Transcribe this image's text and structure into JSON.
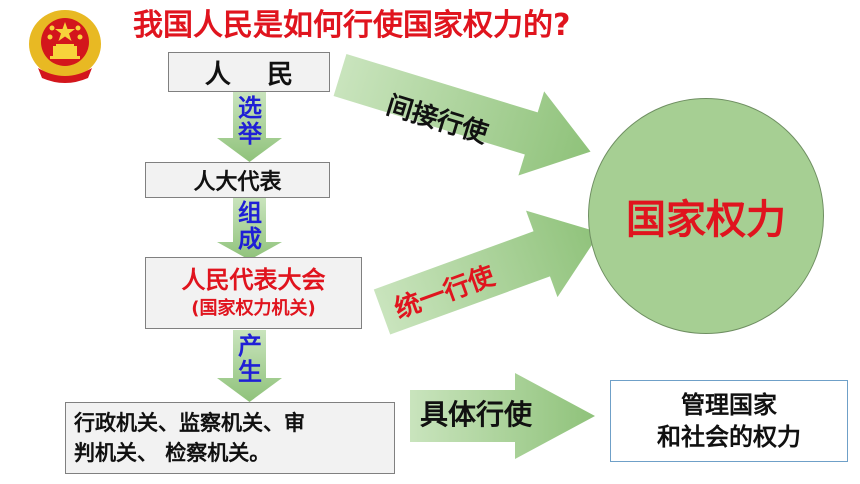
{
  "title": "我国人民是如何行使国家权力的?",
  "nodes": {
    "people": "人    民",
    "deputies": "人大代表",
    "congress_line1": "人民代表大会",
    "congress_line2": "(国家权力机关)",
    "organs_line1": "行政机关、监察机关、审",
    "organs_line2": "判机关、 检察机关。",
    "state_power": "国家权力",
    "manage_line1": "管理国家",
    "manage_line2": "和社会的权力"
  },
  "flow_labels": {
    "elect": [
      "选",
      "举"
    ],
    "form": [
      "组",
      "成"
    ],
    "produce": [
      "产",
      "生"
    ]
  },
  "arrow_labels": {
    "indirect": "间接行使",
    "unified": "统一行使",
    "specific": "具体行使"
  },
  "colors": {
    "title": "#e0141e",
    "arrow_fill": "#9dc98a",
    "circle_fill": "#a6cf93",
    "blue_label": "#1f1fd6"
  },
  "icons": {
    "emblem": "national-emblem-icon"
  }
}
